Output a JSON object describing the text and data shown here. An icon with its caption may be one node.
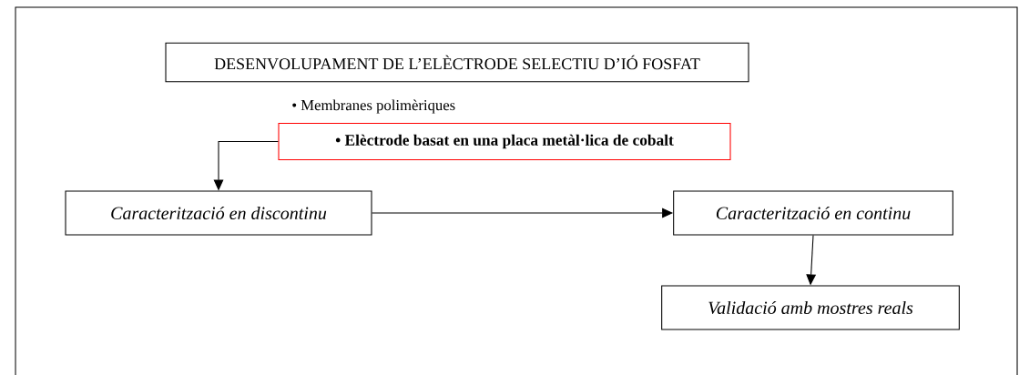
{
  "diagram": {
    "nodes": [
      {
        "text": [
          "DESENVOLUPAMENT DE L’ELÈCTRODE SELECTIU D’IÓ FOSFAT"
        ]
      },
      {
        "text": [
          "• Elèctrode basat en una placa metàl·lica de cobalt"
        ]
      },
      {
        "text": [
          "Caracterització en discontinu"
        ]
      },
      {
        "text": [
          "Caracterització en continu"
        ]
      },
      {
        "text": [
          "Validació amb mostres reals"
        ]
      }
    ],
    "edges": [
      {
        "from": 1,
        "to": 2,
        "arrow": "to"
      },
      {
        "from": 2,
        "to": 3,
        "arrow": "to"
      },
      {
        "from": 3,
        "to": 4,
        "arrow": "to"
      }
    ],
    "labels": [
      "• Membranes polimèriques"
    ]
  }
}
